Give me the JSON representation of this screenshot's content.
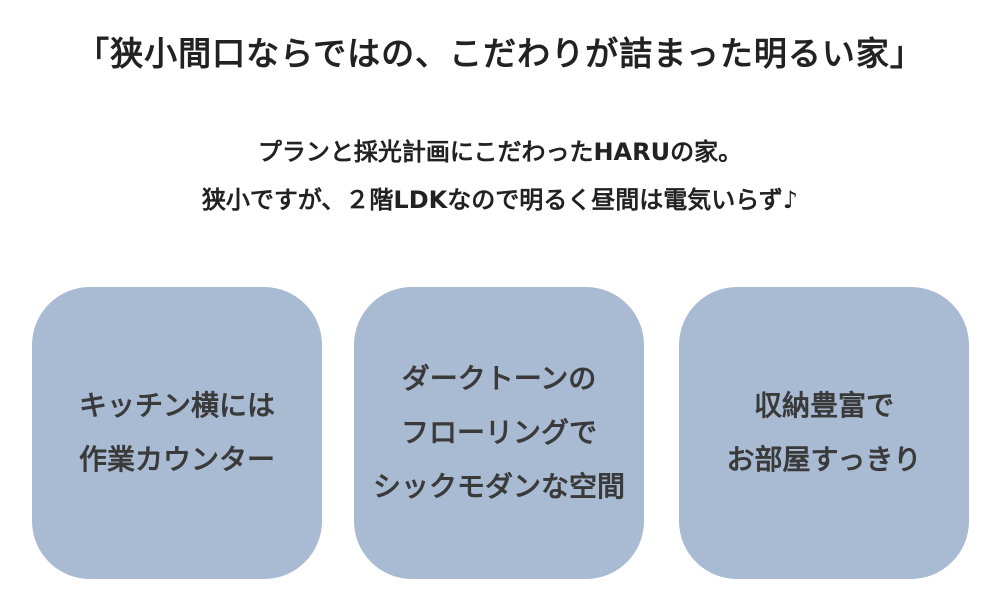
{
  "headline": "「狭小間口ならではの、こだわりが詰まった明るい家」",
  "intro": {
    "line1": "プランと採光計画にこだわったHARUの家。",
    "line2": "狭小ですが、２階LDKなので明るく昼間は電気いらず♪"
  },
  "colors": {
    "card_background": "#a9bad3",
    "text": "#222222"
  },
  "cards": [
    {
      "lines": [
        "キッチン横には",
        "作業カウンター"
      ]
    },
    {
      "lines": [
        "ダークトーンの",
        "フローリングで",
        "シックモダンな空間"
      ]
    },
    {
      "lines": [
        "収納豊富で",
        "お部屋すっきり"
      ]
    }
  ]
}
